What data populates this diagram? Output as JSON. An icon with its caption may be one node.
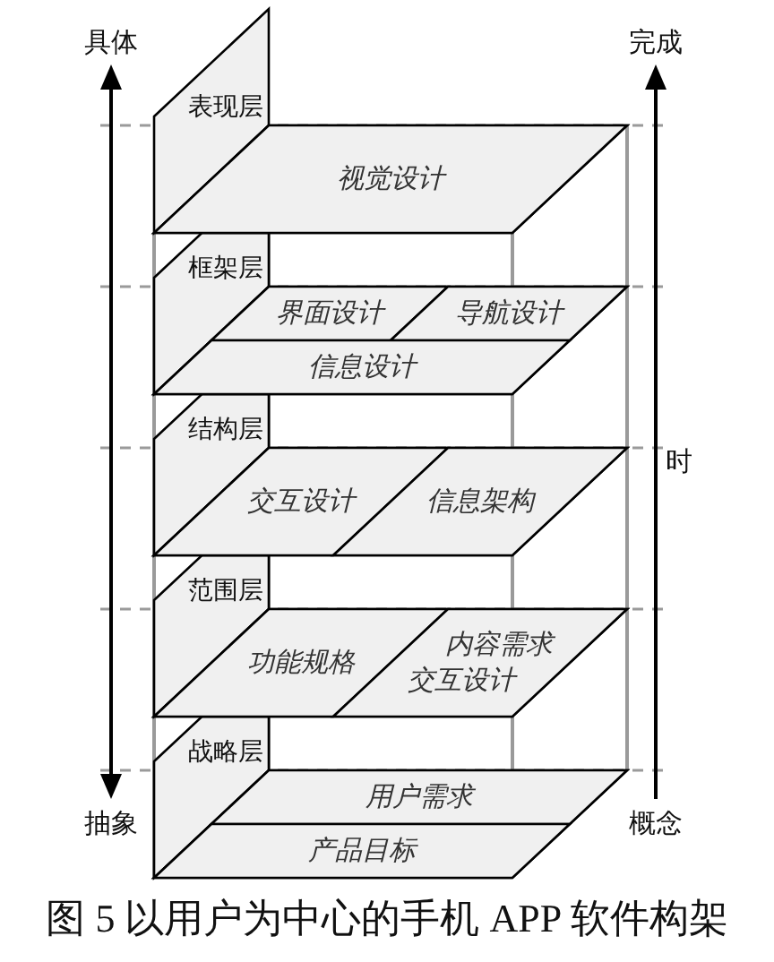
{
  "diagram": {
    "caption": "图 5 以用户为中心的手机 APP 软件构架",
    "nodes": [
      {
        "text": [
          "表现层"
        ]
      },
      {
        "text": [
          "视觉设计"
        ],
        "in": 0
      },
      {
        "text": [
          "框架层"
        ]
      },
      {
        "text": [
          "界面设计"
        ],
        "in": 2
      },
      {
        "text": [
          "导航设计"
        ],
        "in": 2
      },
      {
        "text": [
          "信息设计"
        ],
        "in": 2
      },
      {
        "text": [
          "结构层"
        ]
      },
      {
        "text": [
          "交互设计"
        ],
        "in": 6
      },
      {
        "text": [
          "信息架构"
        ],
        "in": 6
      },
      {
        "text": [
          "范围层"
        ]
      },
      {
        "text": [
          "功能规格"
        ],
        "in": 9
      },
      {
        "text": [
          "内容需求",
          "交互设计"
        ],
        "in": 9
      },
      {
        "text": [
          "战略层"
        ]
      },
      {
        "text": [
          "用户需求"
        ],
        "in": 12
      },
      {
        "text": [
          "产品目标"
        ],
        "in": 12
      }
    ],
    "labels": [
      "具体",
      "完成",
      "时",
      "抽象",
      "概念"
    ]
  }
}
